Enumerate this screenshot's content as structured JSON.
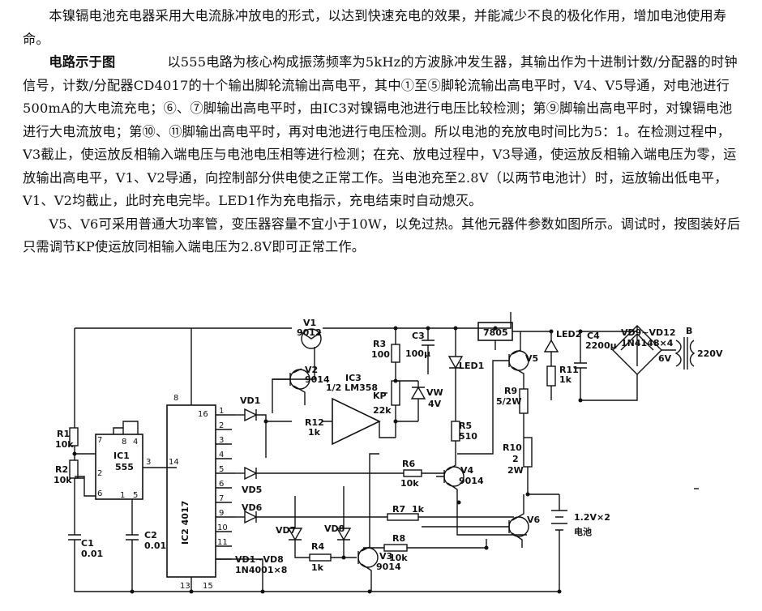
{
  "paragraphs": [
    "本镍镉电池充电器采用大电流脉冲放电的形式，以达到快速充电的效果，并能减少不良的极化作用，增加电池使用寿命。",
    "以555电路为核心构成振荡频率为5kHz的方波脉冲发生器，其输出作为十进制计数/分配器的时钟信号，计数/分配器CD4017的十个输出脚轮流输出高电平，其中①至⑤脚轮流输出高电平时，V4、V5导通，对电池进行500mA的大电流充电；⑥、⑦脚输出高电平时，由IC3对镍镉电池进行电压比较检测；第⑨脚输出高电平时，对镍镉电池进行大电流放电；第⑩、⑪脚输出高电平时，再对电池进行电压检测。所以电池的充放电时间比为5：1。在检测过程中，V3截止，使运放反相输入端电压与电池电压相等进行检测；在充、放电过程中，V3导通，使运放反相输入端电压为零，运放输出高电平，V1、V2导通，向控制部分供电使之正常工作。当电池充至2.8V（以两节电池计）时，运放输出低电平，V1、V2均截止，此时充电完毕。LED1作为充电指示，充电结束时自动熄灭。",
    "V5、V6可采用普通大功率管，变压器容量不宜小于10W，以免过热。其他元器件参数如图所示。调试时，按图装好后只需调节KP使运放同相输入端电压为2.8V即可正常工作。"
  ],
  "para2_lead": "电路示于图",
  "diagram": {
    "r1": "R1",
    "r1v": "10k",
    "r2": "R2",
    "r2v": "10k",
    "c1": "C1",
    "c1v": "0.01",
    "c2": "C2",
    "c2v": "0.01",
    "ic1": "IC1",
    "ic1v": "555",
    "ic2": "IC2  4017",
    "v1": "V1",
    "v1v": "9012",
    "v2": "V2",
    "v2v": "9014",
    "r3": "R3",
    "r3v": "100",
    "c3": "C3",
    "c3v": "100μ",
    "ic3": "IC3",
    "ic3v": "1/2 LM358",
    "kp": "KP",
    "kpv": "22k",
    "vw": "VW",
    "vwv": "4V",
    "led1": "LED1",
    "r12": "R12",
    "r12v": "1k",
    "vd1": "VD1",
    "vd5": "VD5",
    "vd6": "VD6",
    "vd7": "VD7",
    "vd8": "VD8",
    "vdnote1": "VD1~VD8",
    "vdnote2": "1N4001×8",
    "r4": "R4",
    "r4v": "1k",
    "v3": "V3",
    "v3v": "9014",
    "r5": "R5",
    "r5v": "510",
    "r6": "R6",
    "r6v": "10k",
    "v4": "V4",
    "v4v": "9014",
    "r7": "R7",
    "r7v": "1k",
    "r8": "R8",
    "r8v": "10k",
    "reg": "7805",
    "v5": "V5",
    "led2": "LED2",
    "r11": "R11",
    "r11v": "1k",
    "c4": "C4",
    "c4v": "2200μ",
    "r9": "R9",
    "r9v": "5/2W",
    "r10": "R10",
    "r10v1": "2",
    "r10v2": "2W",
    "v6": "V6",
    "bat": "1.2V×2",
    "batn": "电池",
    "bridge1": "VD9~VD12",
    "bridge2": "1N4148×4",
    "tb": "B",
    "t6": "6V",
    "t220": "220V",
    "p555": [
      "8",
      "4",
      "2",
      "6",
      "1",
      "5",
      "3",
      "7"
    ],
    "p4017": [
      "16",
      "1",
      "2",
      "3",
      "4",
      "5",
      "6",
      "7",
      "9",
      "10",
      "11",
      "13",
      "15",
      "8",
      "14"
    ]
  }
}
